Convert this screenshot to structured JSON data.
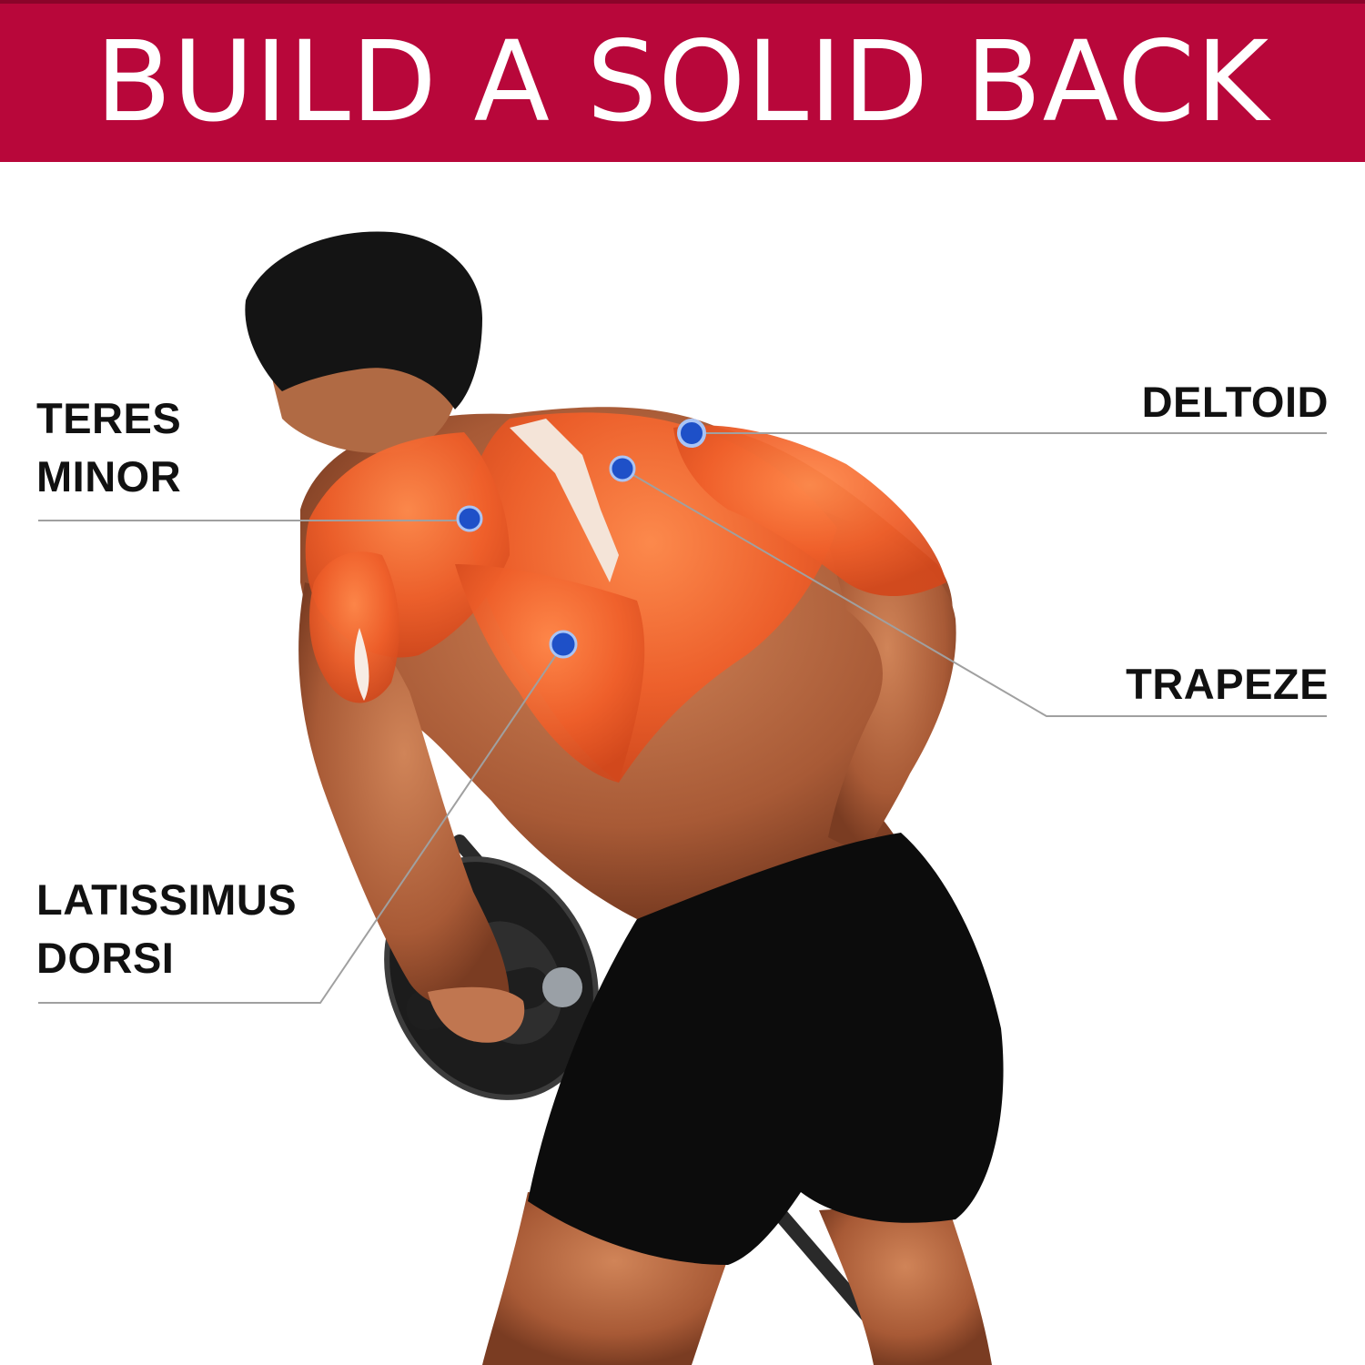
{
  "header": {
    "title": "BUILD A SOLID BACK",
    "background_color": "#b8073a",
    "text_color": "#ffffff"
  },
  "labels": {
    "teres_minor": {
      "line1": "TERES",
      "line2": "MINOR"
    },
    "latissimus_dorsi": {
      "line1": "LATISSIMUS",
      "line2": "DORSI"
    },
    "deltoid": {
      "line1": "DELTOID"
    },
    "trapeze": {
      "line1": "TRAPEZE"
    }
  },
  "colors": {
    "marker": "#1e50c8",
    "leader_line": "#a0a0a0",
    "muscle": "#f0622a",
    "skin": "#b86a44",
    "shorts": "#0c0c0c",
    "hair": "#141414"
  }
}
